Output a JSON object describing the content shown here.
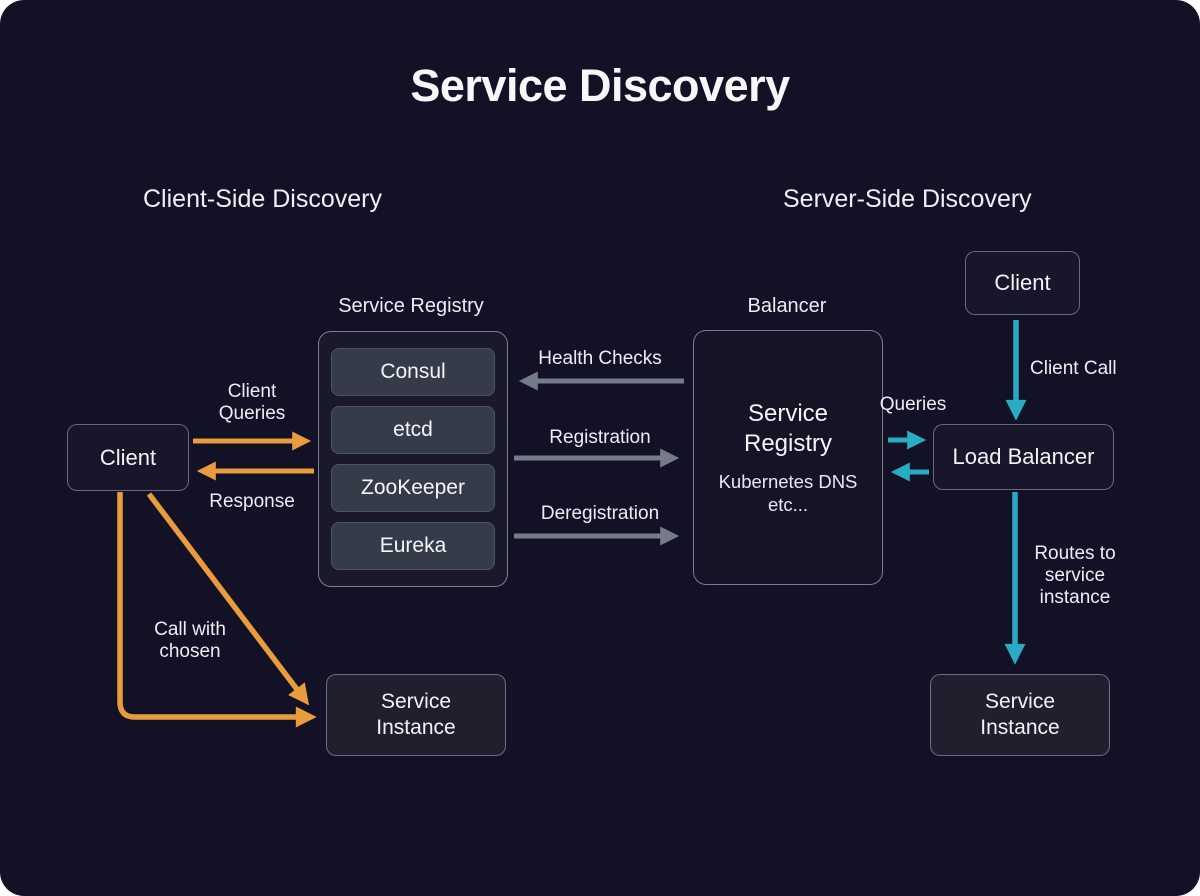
{
  "title": "Service Discovery",
  "colors": {
    "background": "#131126",
    "orange_arrow": "#E89C3D",
    "teal_arrow": "#2BAAC4",
    "gray_arrow": "#757B89",
    "box_border": "#969EB4",
    "registry_item_fill": "#363B49",
    "text": "#F2F3F6"
  },
  "client_side": {
    "heading": "Client-Side Discovery",
    "registry_label": "Service Registry",
    "registry_items": [
      "Consul",
      "etcd",
      "ZooKeeper",
      "Eureka"
    ],
    "client_box": "Client",
    "service_instance_box": "Service Instance",
    "labels": {
      "client_queries": "Client Queries",
      "response": "Response",
      "call_with_chosen": "Call with chosen",
      "health_checks": "Health Checks",
      "registration": "Registration",
      "deregistration": "Deregistration"
    }
  },
  "server_side": {
    "heading": "Server-Side Discovery",
    "balancer_label": "Balancer",
    "registry_box": {
      "title": "Service Registry",
      "subtitle": "Kubernetes DNS etc..."
    },
    "client_box": "Client",
    "load_balancer_box": "Load Balancer",
    "service_instance_box": "Service Instance",
    "labels": {
      "client_call": "Client Call",
      "queries": "Queries",
      "routes_to_service_instance": "Routes to service instance"
    }
  }
}
